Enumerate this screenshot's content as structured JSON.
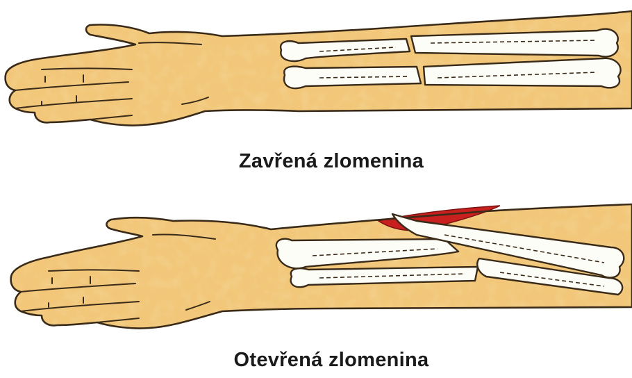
{
  "captions": {
    "closed": "Zavřená zlomenina",
    "open": "Otevřená zlomenina"
  },
  "colors": {
    "skin": "#f2c77a",
    "skin_spot": "#e8a94a",
    "outline": "#3a2a18",
    "bone": "#fdfdf8",
    "blood": "#c8201e",
    "text": "#1a1a1a"
  },
  "panels": [
    {
      "id": "closed-fracture",
      "fracture": "closed",
      "bone_exposed": false
    },
    {
      "id": "open-fracture",
      "fracture": "open",
      "bone_exposed": true
    }
  ]
}
